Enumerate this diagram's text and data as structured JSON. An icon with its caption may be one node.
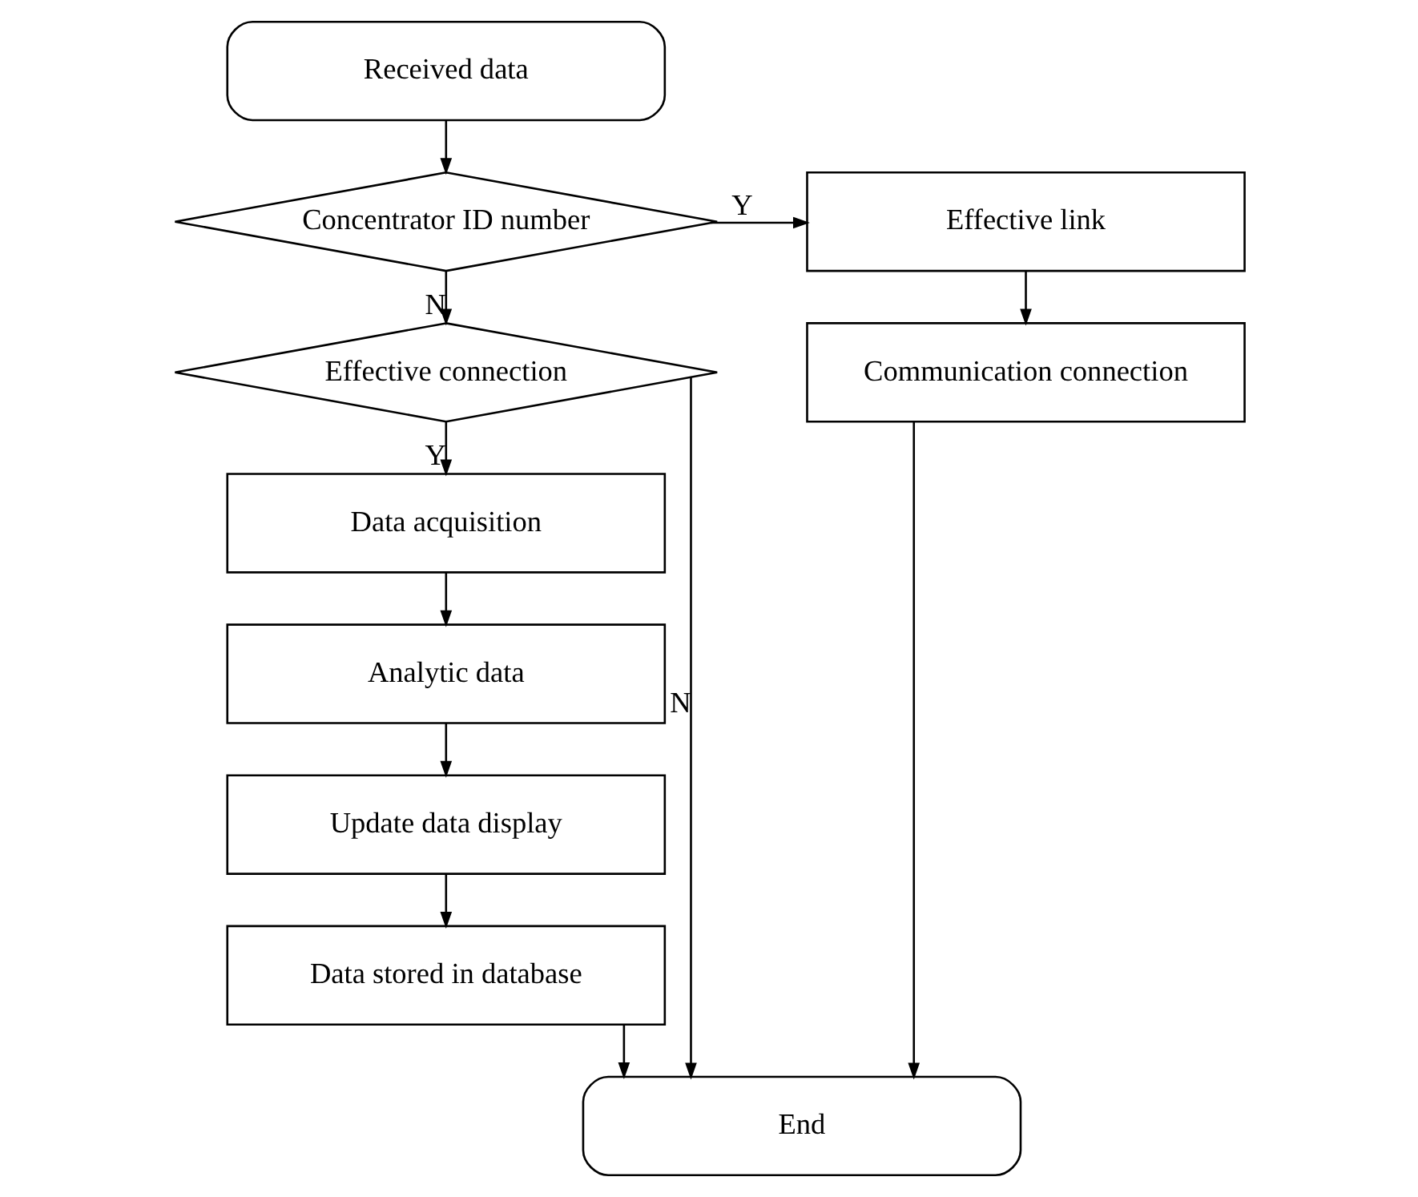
{
  "diagram": {
    "nodes": [
      {
        "text": [
          "Received data"
        ]
      },
      {
        "text": [
          "Concentrator ID number"
        ]
      },
      {
        "text": [
          "Effective link"
        ]
      },
      {
        "text": [
          "Communication connection"
        ]
      },
      {
        "text": [
          "Effective connection"
        ]
      },
      {
        "text": [
          "Data acquisition"
        ]
      },
      {
        "text": [
          "Analytic data"
        ]
      },
      {
        "text": [
          "Update data display"
        ]
      },
      {
        "text": [
          "Data stored in database"
        ]
      },
      {
        "text": [
          "End"
        ]
      }
    ],
    "edges": [
      {
        "from": 0,
        "to": 1,
        "arrow": "to"
      },
      {
        "from": 1,
        "to": 2,
        "arrow": "to",
        "label": "Y"
      },
      {
        "from": 2,
        "to": 3,
        "arrow": "to"
      },
      {
        "from": 1,
        "to": 4,
        "arrow": "to",
        "label": "N"
      },
      {
        "from": 4,
        "to": 5,
        "arrow": "to",
        "label": "Y"
      },
      {
        "from": 4,
        "to": 9,
        "arrow": "to",
        "label": "N"
      },
      {
        "from": 5,
        "to": 6,
        "arrow": "to"
      },
      {
        "from": 6,
        "to": 7,
        "arrow": "to"
      },
      {
        "from": 7,
        "to": 8,
        "arrow": "to"
      },
      {
        "from": 8,
        "to": 9,
        "arrow": "to"
      },
      {
        "from": 3,
        "to": 9,
        "arrow": "to"
      }
    ]
  }
}
